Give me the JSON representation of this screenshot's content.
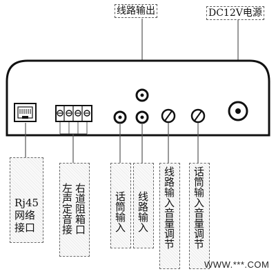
{
  "top_labels": {
    "line_out": "线路输出",
    "dc_power": "DC12V电源"
  },
  "bottom_labels": {
    "rj45_line1": "Rj45",
    "rj45_line2": "网络",
    "rj45_line3": "接口",
    "speaker_col1": "左声定音接",
    "speaker_col2": "右道阻箱口",
    "mic_input": "话筒输入",
    "line_input": "线路输入",
    "line_vol": "线路输入音量调节",
    "mic_vol": "话筒输入音量调节"
  },
  "watermark": "WWW.***.COM"
}
